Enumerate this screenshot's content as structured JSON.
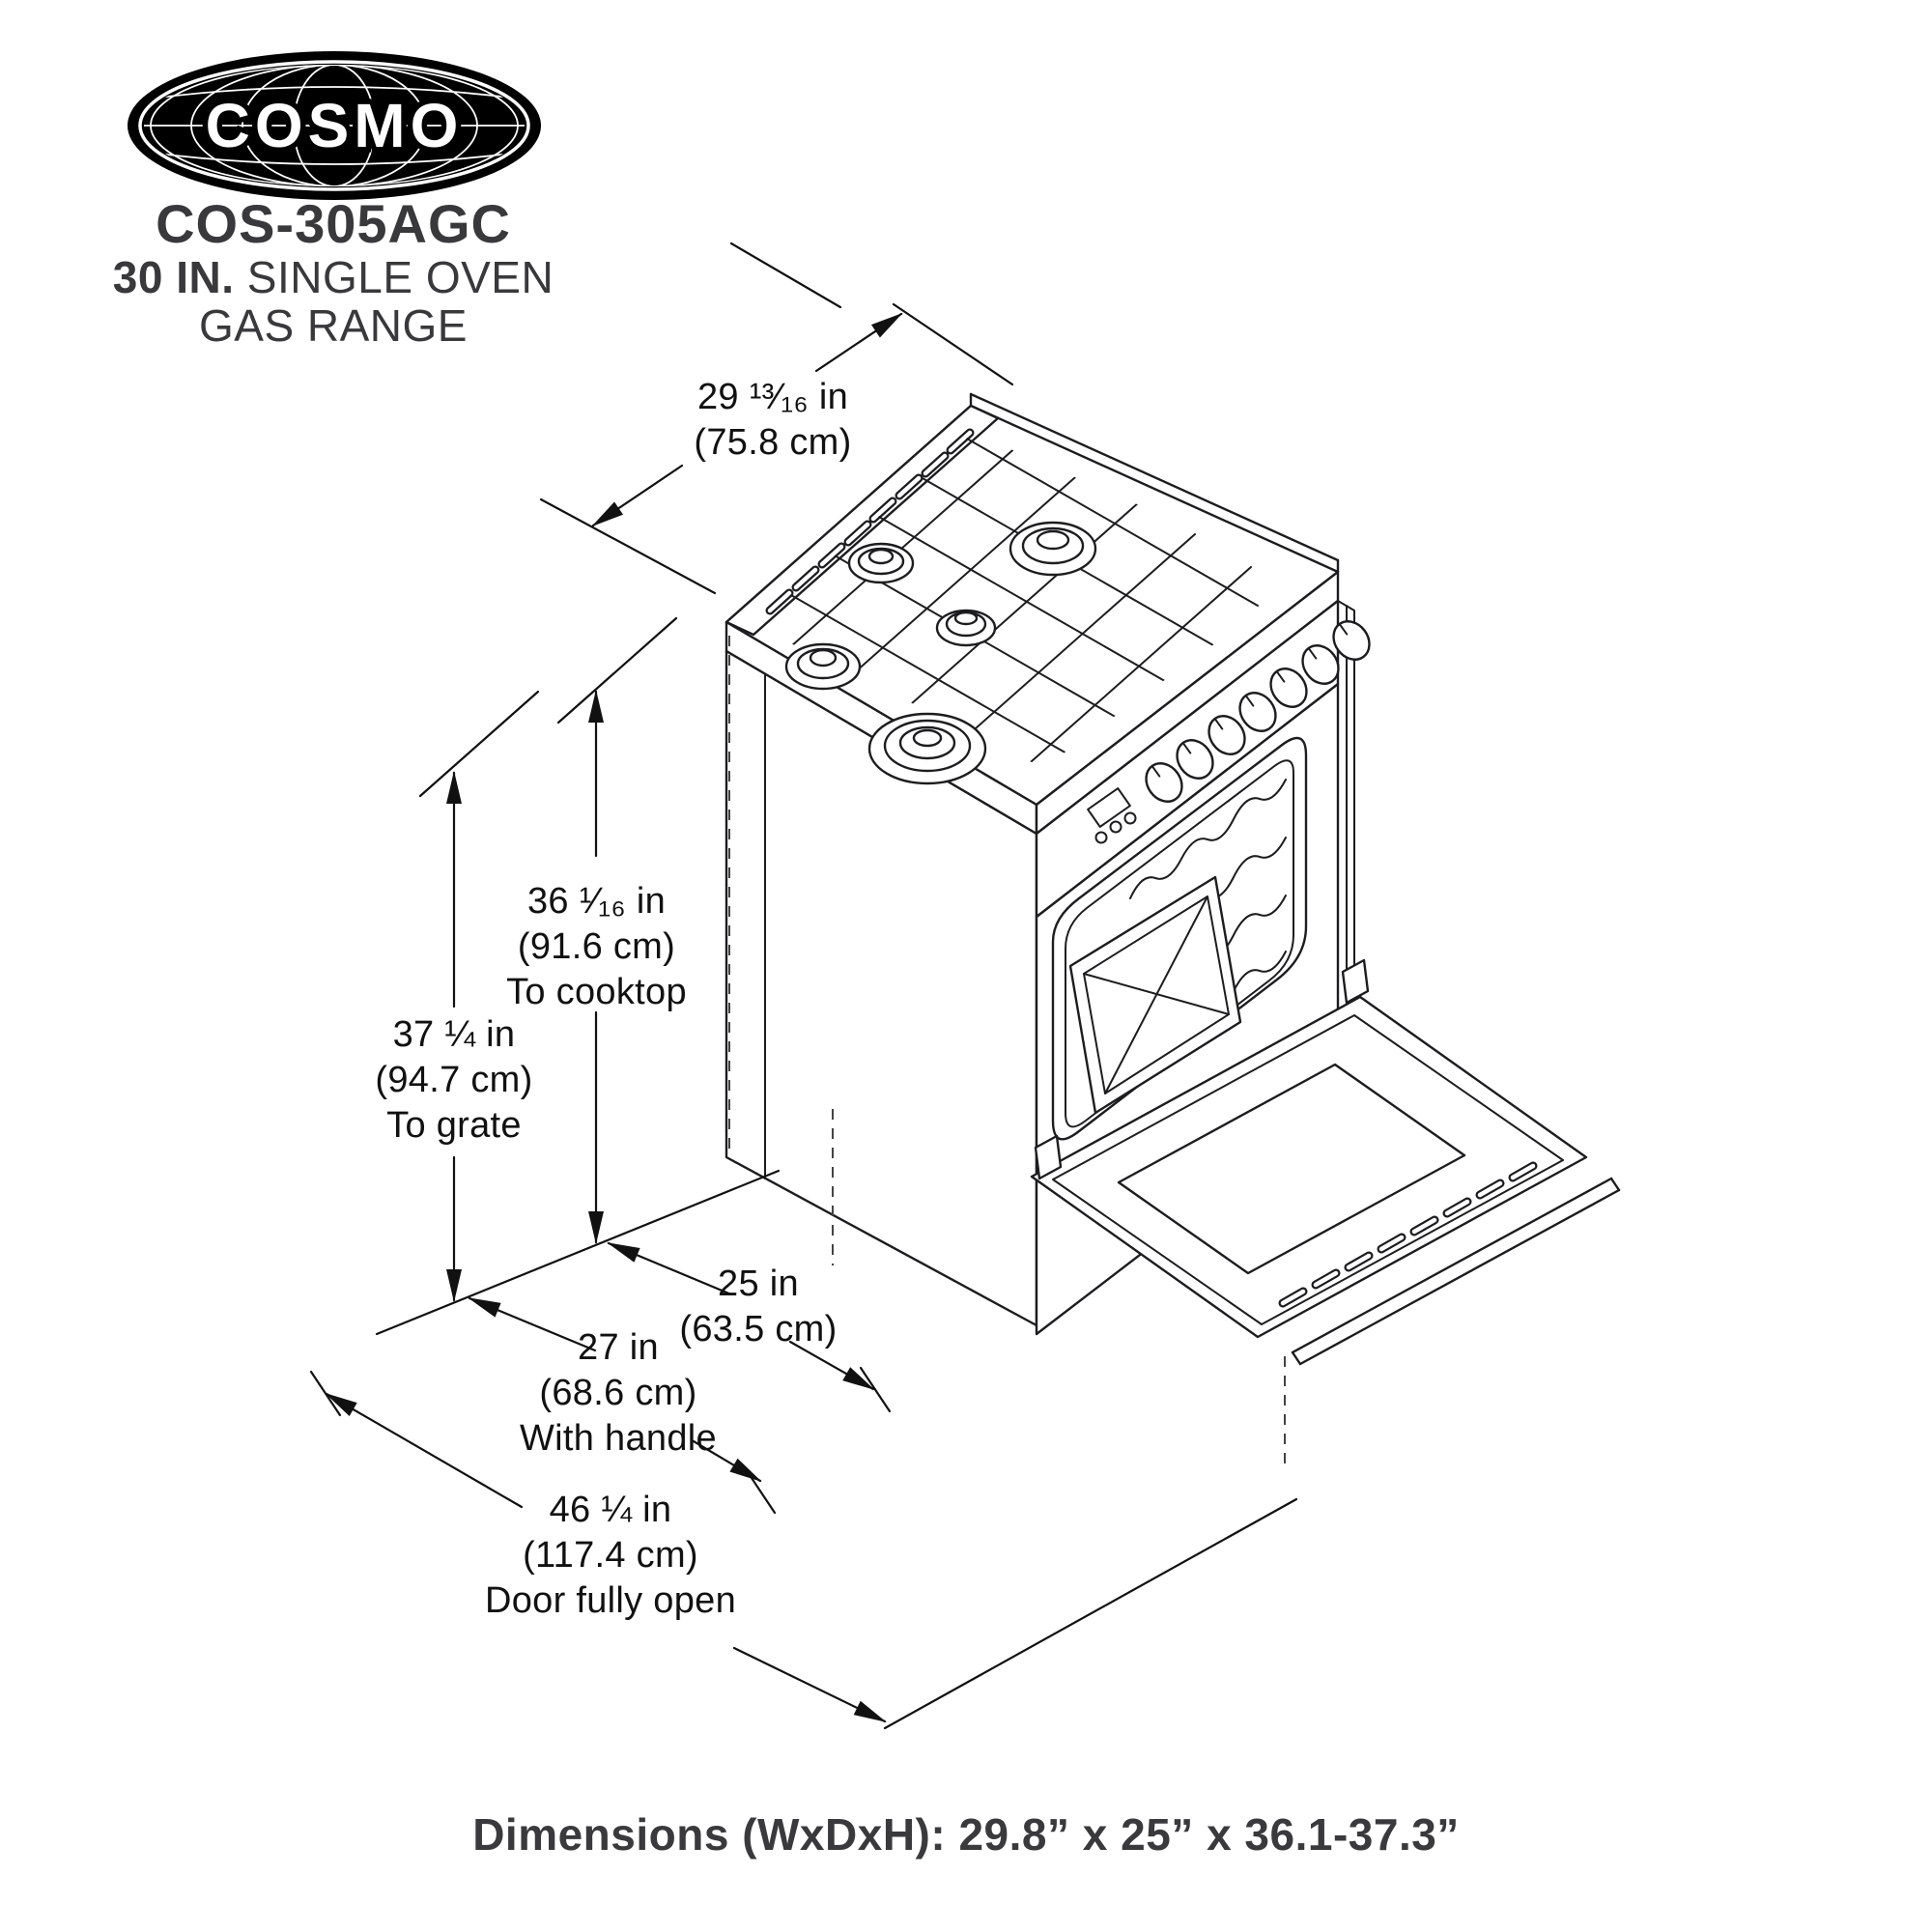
{
  "brand": {
    "logo_text": "COSMO"
  },
  "product": {
    "model": "COS-305AGC",
    "size_label": "30 IN.",
    "type_rest": " SINGLE OVEN",
    "type_line2": "GAS RANGE"
  },
  "dimensions": {
    "width": {
      "inches": "29 ¹³⁄₁₆ in",
      "metric": "(75.8 cm)"
    },
    "height_to_cooktop": {
      "inches": "36 ¹⁄₁₆ in",
      "metric": "(91.6 cm)",
      "note": "To cooktop"
    },
    "height_to_grate": {
      "inches": "37 ¼ in",
      "metric": "(94.7 cm)",
      "note": "To grate"
    },
    "depth_body": {
      "inches": "25 in",
      "metric": "(63.5 cm)"
    },
    "depth_with_handle": {
      "inches": "27 in",
      "metric": "(68.6 cm)",
      "note": "With handle"
    },
    "depth_door_open": {
      "inches": "46 ¼ in",
      "metric": "(117.4 cm)",
      "note": "Door fully open"
    }
  },
  "footer": {
    "summary": "Dimensions (WxDxH): 29.8” x 25” x 36.1-37.3”"
  }
}
